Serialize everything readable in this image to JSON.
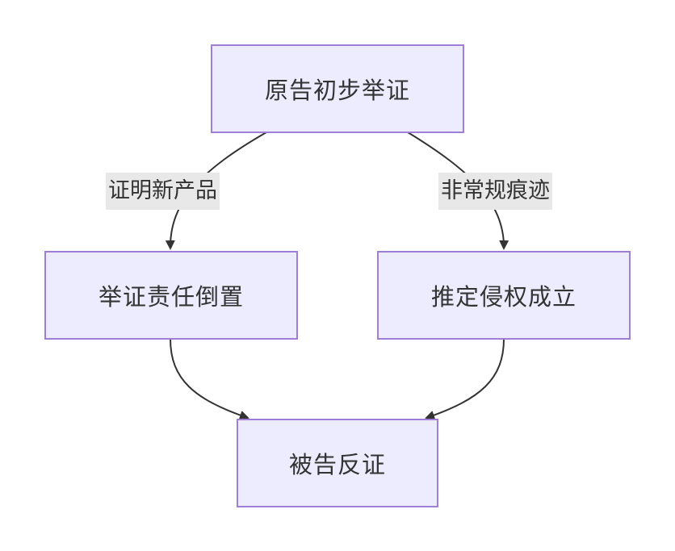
{
  "nodes": {
    "top": "原告初步举证",
    "left": "举证责任倒置",
    "right": "推定侵权成立",
    "bottom": "被告反证"
  },
  "edge_labels": {
    "top_to_left": "证明新产品",
    "top_to_right": "非常规痕迹"
  },
  "colors": {
    "node_fill": "#ececfe",
    "node_border": "#9f7fd6",
    "edge": "#333333",
    "label_bg": "#e8e8e8"
  }
}
